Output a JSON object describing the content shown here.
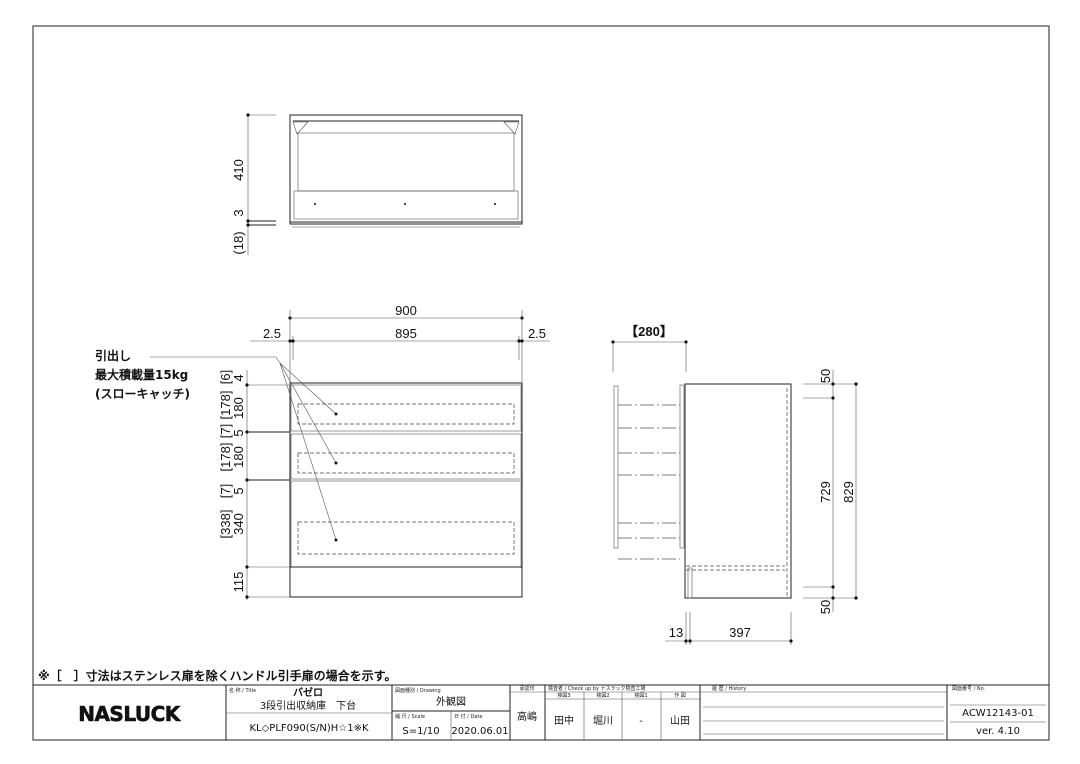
{
  "note": "※［　］寸法はステンレス扉を除くハンドル引手扉の場合を示す。",
  "top_view": {
    "dims": [
      "410",
      "3",
      "(18)"
    ]
  },
  "front_view": {
    "overall_width": "900",
    "inner_width": "895",
    "left_gap": "2.5",
    "right_gap": "2.5",
    "vertical_dims": [
      "4",
      "180",
      "5",
      "180",
      "5",
      "340",
      "115"
    ],
    "bracket_dims": [
      "[6]",
      "[178]",
      "[7]",
      "[178]",
      "[7]",
      "[338]"
    ],
    "drawer_label": [
      "引出し",
      "最大積載量15kg",
      "(スローキャッチ)"
    ]
  },
  "side_view": {
    "drawer_extension": "【280】",
    "top_offset": "50",
    "bottom_offset": "50",
    "inner_height": "729",
    "overall_height": "829",
    "door_thickness": "13",
    "depth": "397"
  },
  "title_block": {
    "logo": "NASLUCK",
    "title_label": "名 称 / Title",
    "title_name": "バゼロ",
    "title_desc": "3段引出収納庫　下台",
    "model": "KL◇PLF090(S/N)H☆1※K",
    "drawing_label": "図面種別 / Drawing",
    "drawing_type": "外観図",
    "scale_label": "縮 尺 / Scale",
    "scale": "S=1/10",
    "date_label": "日 付 / Date",
    "date": "2020.06.01",
    "approval_label": "承認印",
    "approver": "高嶋",
    "check_label": "検査者 / Check up by ナスラック検査工場",
    "check_cols": [
      "検図3",
      "検図2",
      "検図1",
      "作 図"
    ],
    "check_names": [
      "田中",
      "堀川",
      "-",
      "山田"
    ],
    "history_label": "履 歴 / History",
    "number_label": "図面番号 / No.",
    "drawing_number": "ACW12143-01",
    "version": "ver. 4.10"
  }
}
